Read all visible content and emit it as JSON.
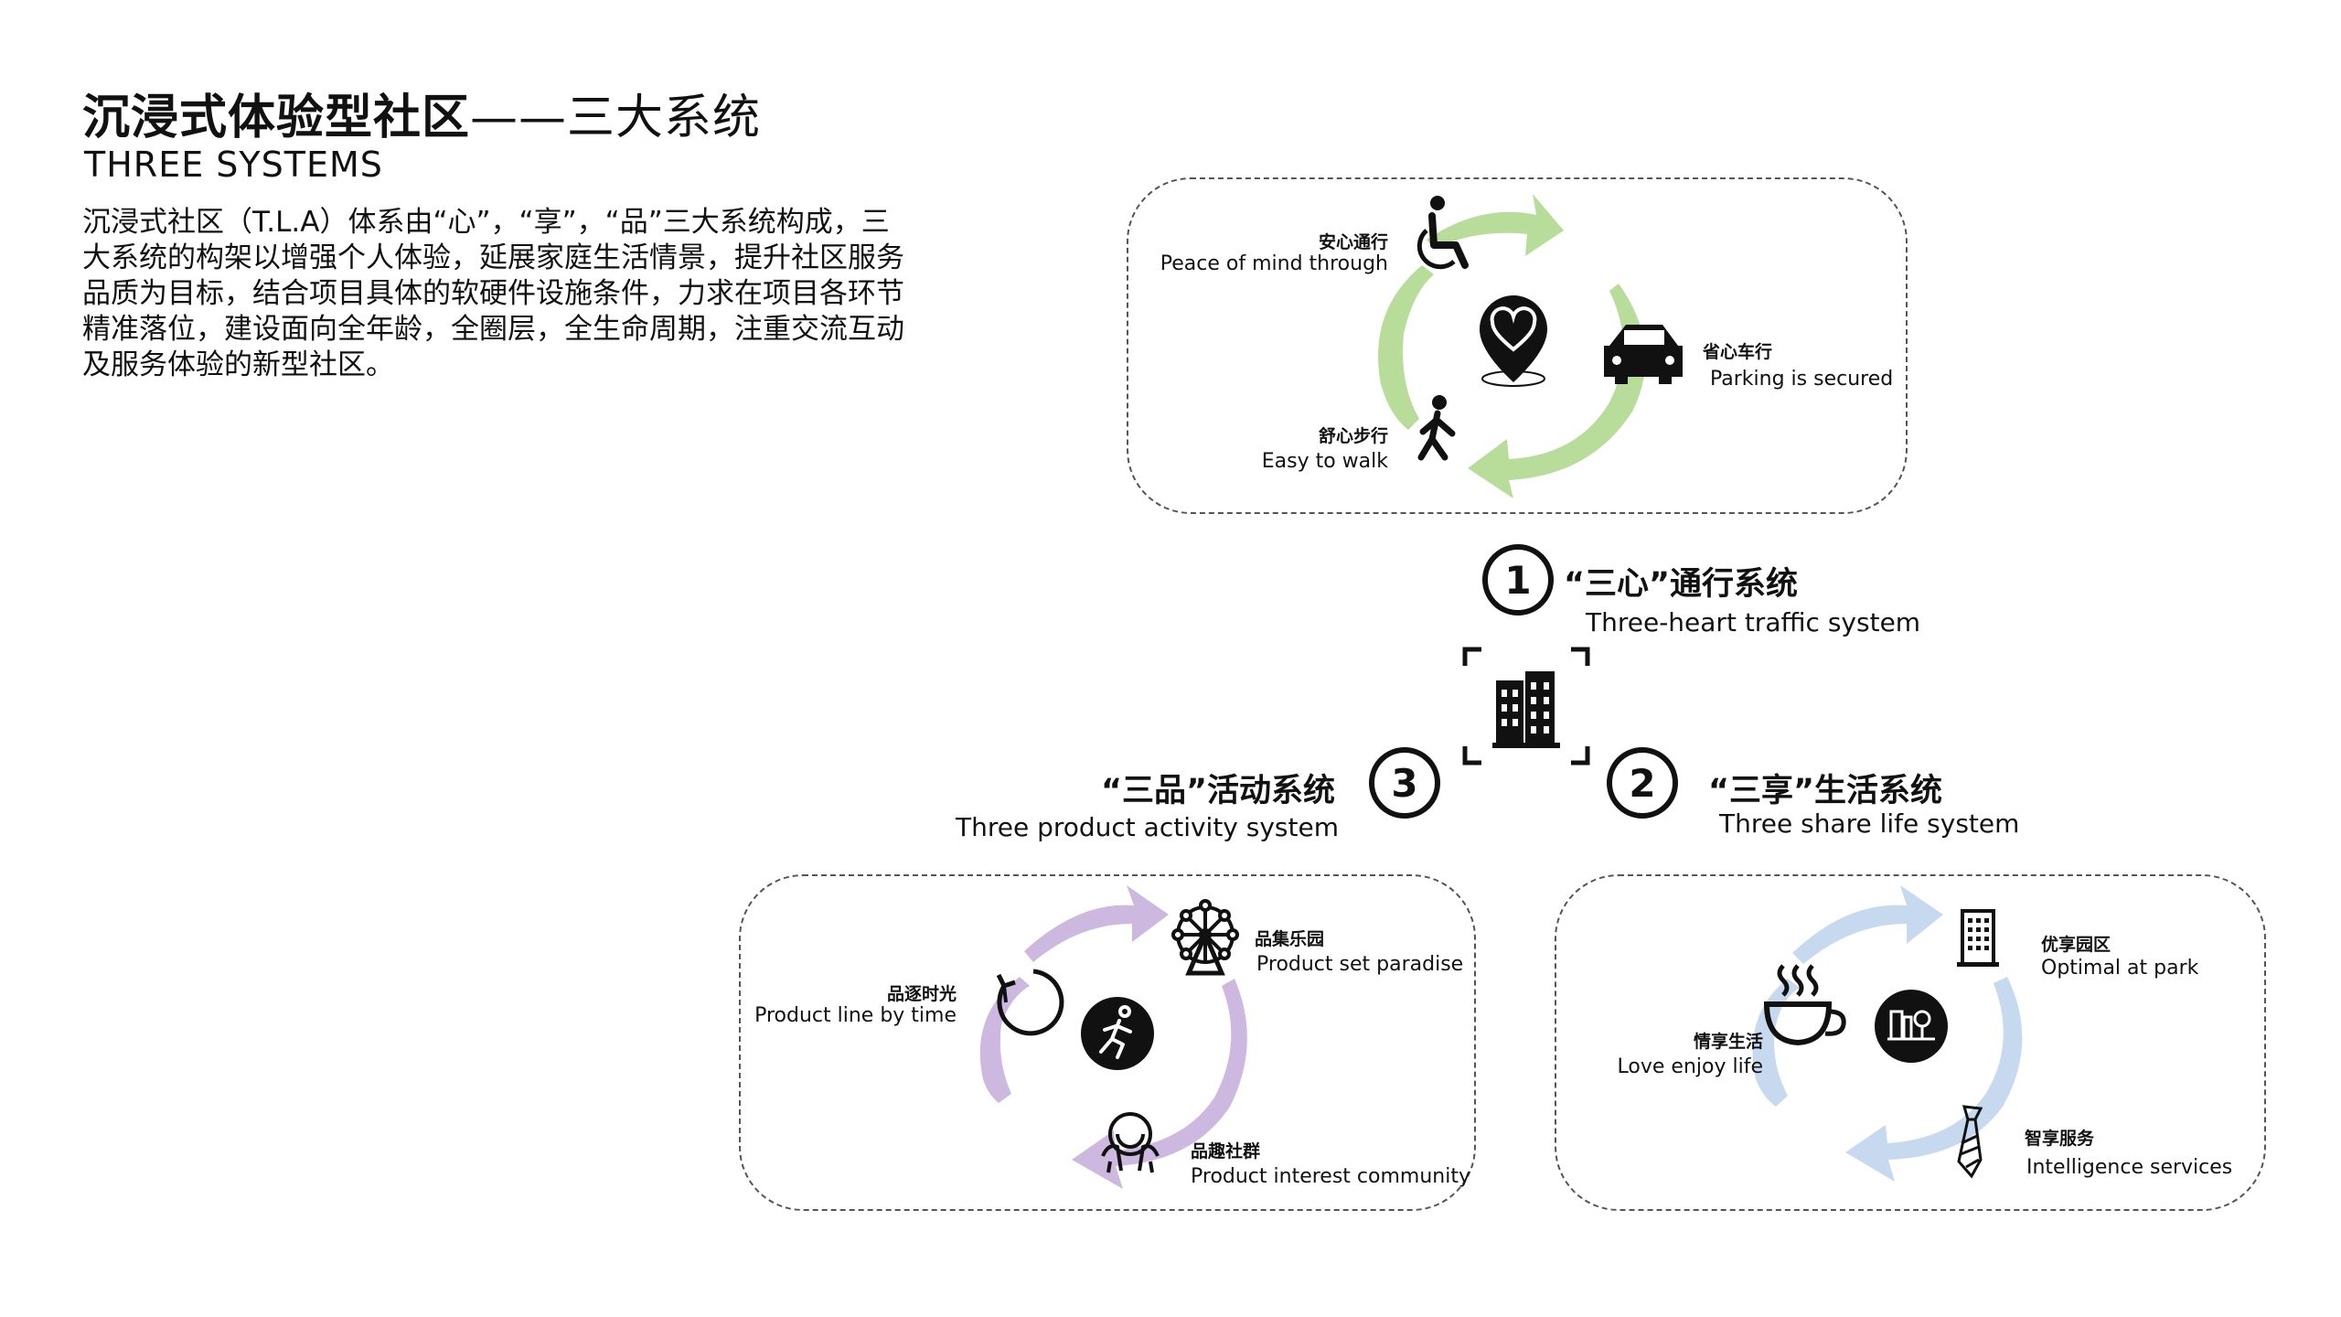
{
  "header": {
    "title_bold": "沉浸式体验型社区",
    "title_rest": "——三大系统",
    "subtitle": "THREE SYSTEMS",
    "description": "沉浸式社区（T.L.A）体系由“心”，“享”，“品”三大系统构成，三大系统的构架以增强个人体验，延展家庭生活情景，提升社区服务品质为目标，结合项目具体的软硬件设施条件，力求在项目各环节精准落位，建设面向全年龄，全圈层，全生命周期，注重交流互动及服务体验的新型社区。"
  },
  "systems": {
    "heart": {
      "number": "1",
      "name_cn": "“三心”通行系统",
      "name_en": "Three-heart traffic system",
      "accent": "#b8dc9a",
      "items": [
        {
          "cn": "安心通行",
          "en": "Peace of mind through",
          "icon": "wheelchair-icon"
        },
        {
          "cn": "省心车行",
          "en": "Parking is secured",
          "icon": "car-icon"
        },
        {
          "cn": "舒心步行",
          "en": "Easy to walk",
          "icon": "walking-person-icon"
        }
      ],
      "center_icon": "heart-location-icon"
    },
    "share": {
      "number": "2",
      "name_cn": "“三享”生活系统",
      "name_en": "Three share life system",
      "accent": "#c6d9ee",
      "items": [
        {
          "cn": "优享园区",
          "en": "Optimal at park",
          "icon": "building-icon"
        },
        {
          "cn": "情享生活",
          "en": "Love enjoy life",
          "icon": "coffee-cup-icon"
        },
        {
          "cn": "智享服务",
          "en": "Intelligence services",
          "icon": "tie-icon"
        }
      ],
      "center_icon": "city-tree-icon"
    },
    "product": {
      "number": "3",
      "name_cn": "“三品”活动系统",
      "name_en": "Three product activity system",
      "accent": "#cdb8e0",
      "items": [
        {
          "cn": "品逐时光",
          "en": "Product line by time",
          "icon": "clock-icon"
        },
        {
          "cn": "品集乐园",
          "en": "Product set paradise",
          "icon": "ferris-wheel-icon"
        },
        {
          "cn": "品趣社群",
          "en": "Product interest community",
          "icon": "community-icon"
        }
      ],
      "center_icon": "running-person-icon"
    }
  },
  "center_icon": "city-buildings-icon"
}
